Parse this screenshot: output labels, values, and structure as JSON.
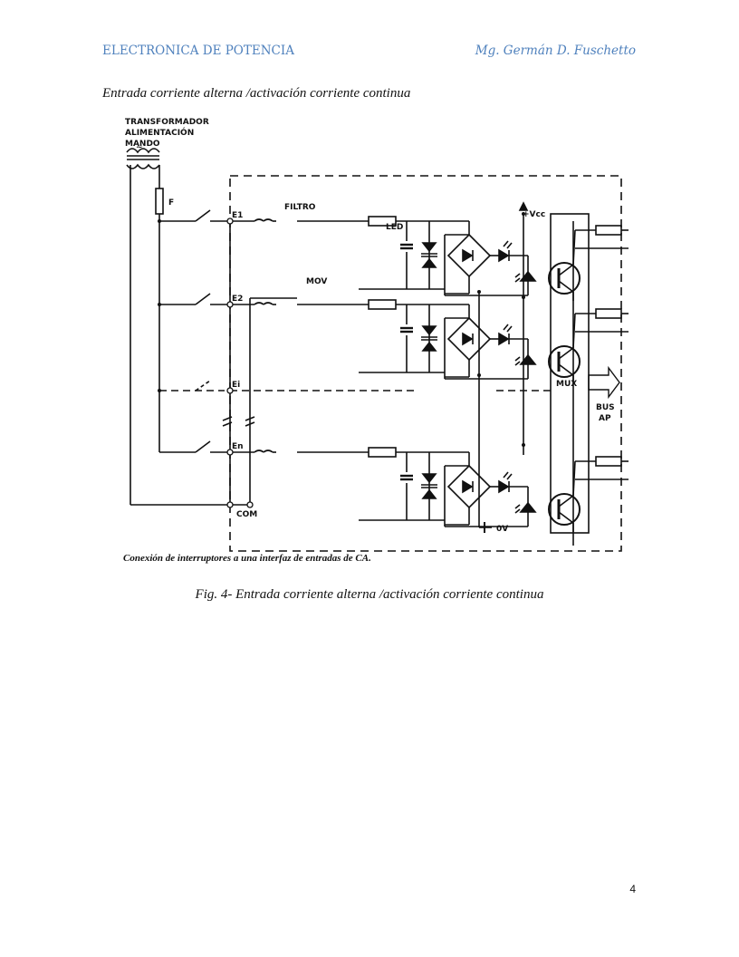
{
  "header": {
    "left": "ELECTRONICA DE POTENCIA",
    "right": "Mg. Germán D. Fuschetto"
  },
  "section_title": "Entrada corriente alterna /activación corriente continua",
  "diagram": {
    "labels": {
      "transformer_1": "TRANSFORMADOR",
      "transformer_2": "ALIMENTACIÓN",
      "transformer_3": "MANDO",
      "tilde": "~",
      "fuse": "F",
      "filter": "FILTRO",
      "led": "LED",
      "mov": "MOV",
      "vcc": "+Vcc",
      "e1": "E1",
      "e2": "E2",
      "ei": "Ei",
      "en": "En",
      "com": "COM",
      "ov": "0V",
      "mux": "MUX",
      "bus_1": "BUS",
      "bus_2": "AP"
    },
    "caption": "Conexión de interruptores a una interfaz de entradas de CA."
  },
  "figure_caption": "Fig. 4- Entrada corriente alterna /activación corriente continua",
  "page_number": "4"
}
